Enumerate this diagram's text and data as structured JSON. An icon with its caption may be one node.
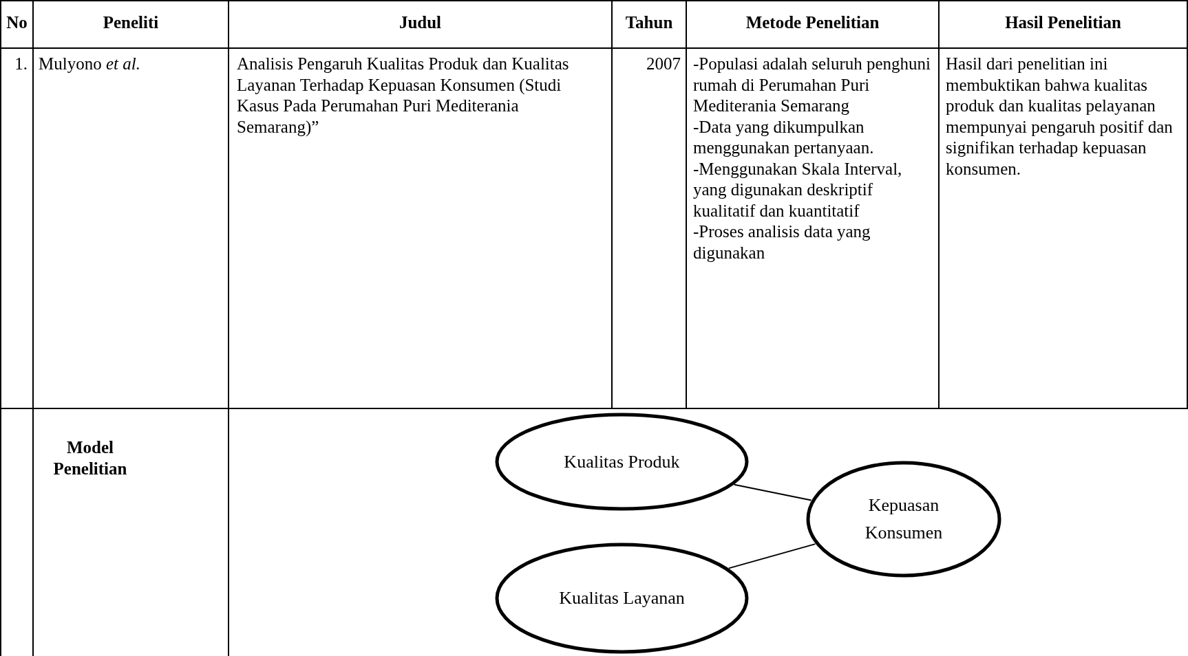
{
  "diagram": {
    "nodes": [
      {
        "text": [
          "Kualitas Produk"
        ]
      },
      {
        "text": [
          "Kepuasan Konsumen"
        ]
      },
      {
        "text": [
          "Kualitas Layanan"
        ]
      }
    ],
    "edges": [
      {
        "from": 0,
        "to": 1,
        "arrow": "none"
      },
      {
        "from": 2,
        "to": 1,
        "arrow": "none"
      }
    ],
    "labels": [
      "No",
      "Peneliti",
      "Judul",
      "Tahun",
      "Metode Penelitian",
      "Hasil Penelitian",
      "1.",
      "Mulyono *et al.*",
      "Analisis Pengaruh Kualitas Produk dan Kualitas Layanan Terhadap Kepuasan Konsumen (Studi Kasus Pada Perumahan Puri Mediterania Semarang)”",
      "2007",
      "-Populasi adalah seluruh penghuni rumah di Perumahan Puri Mediterania Semarang",
      "-Data yang dikumpulkan menggunakan pertanyaan.",
      "-Menggunakan Skala Interval,",
      "yang digunakan deskriptif kualitatif dan kuantitatif",
      "-Proses analisis data yang digunakan",
      "Hasil dari penelitian ini membuktikan bahwa kualitas produk dan kualitas pelayanan mempunyai pengaruh positif dan signifikan terhadap kepuasan konsumen.",
      "Model Penelitian"
    ]
  }
}
